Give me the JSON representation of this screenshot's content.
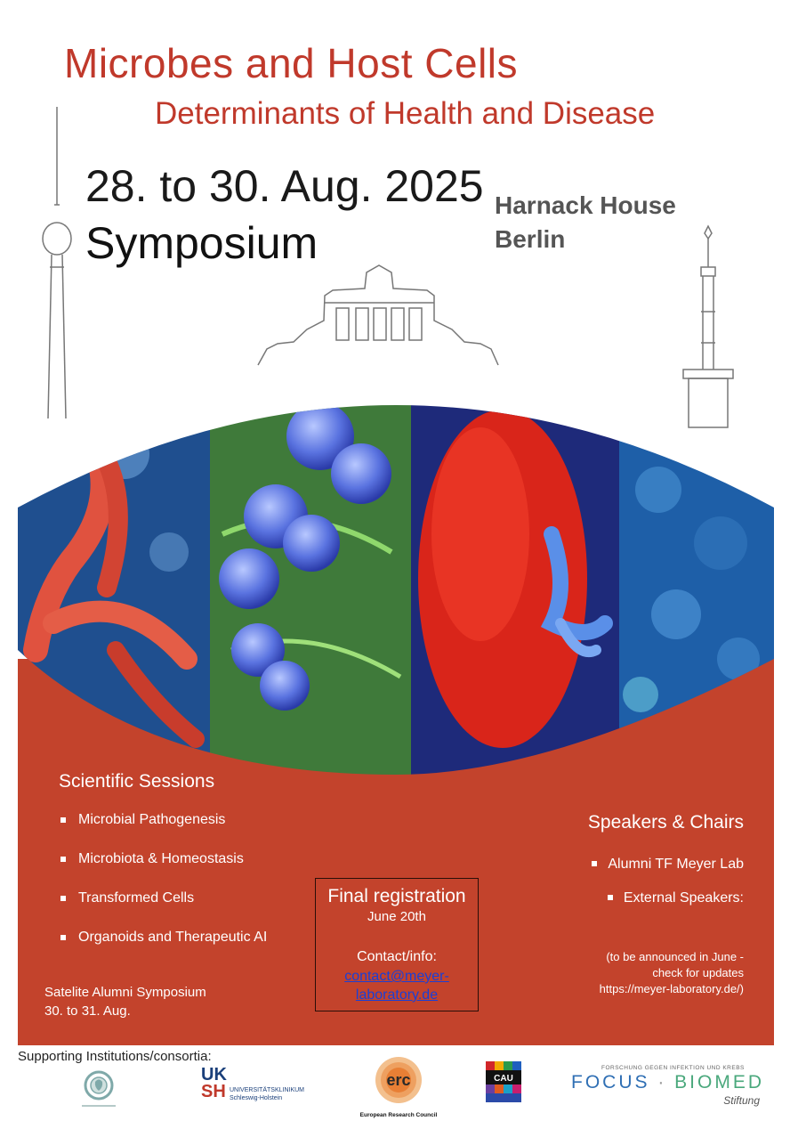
{
  "header": {
    "title": "Microbes and Host Cells",
    "subtitle": "Determinants of Health and Disease",
    "dates": "28. to 30. Aug. 2025",
    "event_type": "Symposium",
    "venue_line1": "Harnack House",
    "venue_line2": "Berlin"
  },
  "sessions": {
    "title": "Scientific Sessions",
    "items": [
      "Microbial Pathogenesis",
      "Microbiota & Homeostasis",
      "Transformed Cells",
      "Organoids and Therapeutic AI"
    ]
  },
  "satellite": {
    "line1": "Satelite Alumni Symposium",
    "line2": "30. to 31. Aug."
  },
  "registration": {
    "title": "Final registration",
    "date": "June 20th",
    "contact_label": "Contact/info:",
    "email": "contact@meyer-laboratory.de"
  },
  "speakers": {
    "title": "Speakers & Chairs",
    "items": [
      "Alumni TF Meyer Lab",
      "External Speakers:"
    ],
    "announce_line1": "(to be announced in June -",
    "announce_line2": "check for updates",
    "announce_line3": "https://meyer-laboratory.de/)"
  },
  "footer": {
    "supporting": "Supporting Institutions/consortia:",
    "logos": {
      "uksh_mark_1": "UK",
      "uksh_mark_2": "SH",
      "uksh_text_1": "UNIVERSITÄTSKLINIKUM",
      "uksh_text_2": "Schleswig-Holstein",
      "erc_mark": "erc",
      "erc_caption": "European Research Council",
      "cau_mark": "CAU",
      "focus_small": "FORSCHUNG GEGEN INFEKTION UND KREBS",
      "focus_part1": "FOCUS",
      "focus_part2": "BIOMED",
      "focus_stiftung": "Stiftung"
    }
  },
  "colors": {
    "accent_red": "#c3432c",
    "title_red": "#c0392b",
    "link_blue": "#1a3fd6"
  }
}
